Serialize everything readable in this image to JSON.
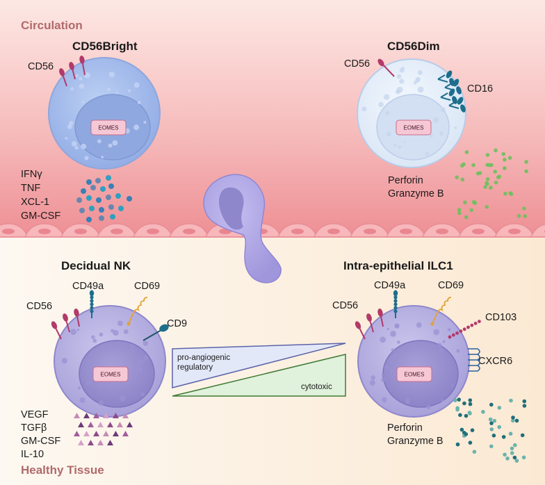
{
  "sections": {
    "circulation": "Circulation",
    "tissue": "Healthy Tissue"
  },
  "cells": {
    "bright": {
      "title": "CD56Bright",
      "marker": "CD56",
      "nucleus": "EOMES",
      "secretions": [
        "IFNγ",
        "TNF",
        "XCL-1",
        "GM-CSF"
      ]
    },
    "dim": {
      "title": "CD56Dim",
      "marker": "CD56",
      "receptor": "CD16",
      "nucleus": "EOMES",
      "secretions": [
        "Perforin",
        "Granzyme B"
      ]
    },
    "decidual": {
      "title": "Decidual NK",
      "markers": [
        "CD56",
        "CD49a",
        "CD69",
        "CD9"
      ],
      "nucleus": "EOMES",
      "secretions": [
        "VEGF",
        "TGFβ",
        "GM-CSF",
        "IL-10"
      ]
    },
    "ilc1": {
      "title": "Intra-epithelial ILC1",
      "markers": [
        "CD56",
        "CD49a",
        "CD69",
        "CD103",
        "CXCR6"
      ],
      "nucleus": "EOMES",
      "secretions": [
        "Perforin",
        "Granzyme B"
      ]
    }
  },
  "gradient": {
    "top_lines": [
      "pro-angiogenic",
      "regulatory"
    ],
    "bottom": "cytotoxic"
  },
  "colors": {
    "vessel": "#f2a8ad",
    "tissue": "#fbefe0",
    "membrane_bright": "#a8c0ec",
    "membrane_dim": "#e2ecf8",
    "membrane_nk": "#bcb6e4",
    "cd56_stalk": "#b23a6a",
    "cd49a": "#1d6e8c",
    "cd69": "#e3a232",
    "cd103": "#b23a6a"
  }
}
